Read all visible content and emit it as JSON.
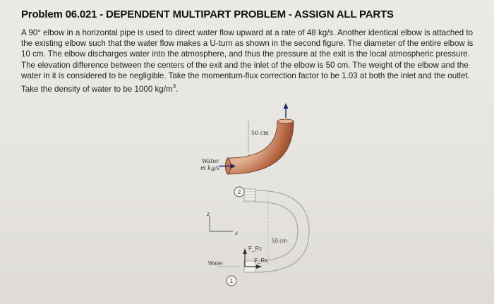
{
  "problem": {
    "title": "Problem 06.021 - DEPENDENT MULTIPART PROBLEM - ASSIGN ALL PARTS",
    "text": "A 90° elbow in a horizontal pipe is used to direct water flow upward at a rate of 48 kg/s. Another identical elbow is attached to the existing elbow such that the water flow makes a U-turn as shown in the second figure. The diameter of the entire elbow is 10 cm. The elbow discharges water into the atmosphere, and thus the pressure at the exit is the local atmospheric pressure. The elevation difference between the centers of the exit and the inlet of the elbow is 50 cm. The weight of the elbow and the water in it is considered to be negligible. Take the momentum-flux correction factor to be 1.03 at both the inlet and the outlet. Take the density of water to be 1000 kg/m",
    "text_superscript": "3",
    "text_end": "."
  },
  "figure1": {
    "dimension_label": "50 cm",
    "water_label": "Water",
    "flow_label": "ṁ kg/s"
  },
  "figure2": {
    "dimension_label": "50 cm",
    "water_label": "Water",
    "outlet_number": "2",
    "inlet_number": "1",
    "axis_z": "z",
    "axis_x": "x",
    "force_z": "F_Rz",
    "force_x": "F_Rx"
  },
  "colors": {
    "pipe_dark": "#7a3f22",
    "pipe_mid": "#b86a45",
    "pipe_light": "#dca486",
    "arrow": "#1a2a6a"
  }
}
